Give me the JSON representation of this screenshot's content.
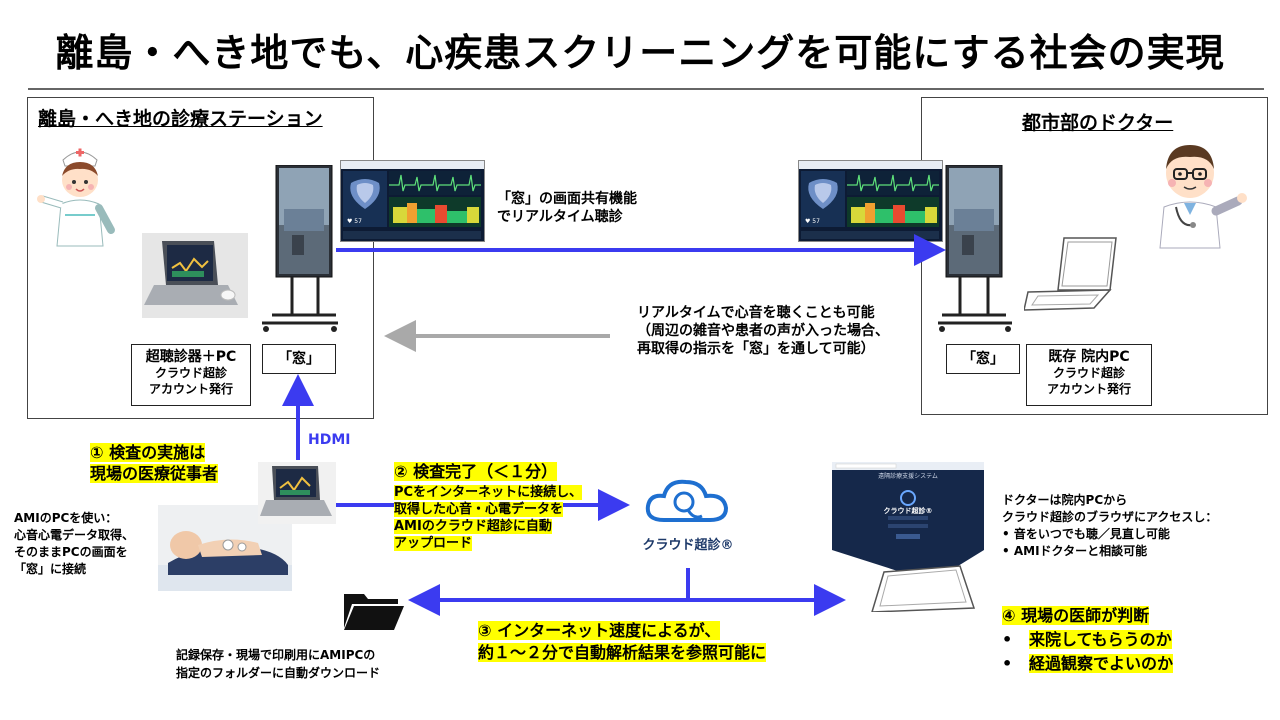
{
  "title": "離島・へき地でも、心疾患スクリーニングを可能にする社会の実現",
  "left_panel": {
    "title": "離島・へき地の診療ステーション",
    "label_pc_line1": "超聴診器＋PC",
    "label_pc_line2": "クラウド超診",
    "label_pc_line3": "アカウント発行",
    "label_window": "「窓」"
  },
  "right_panel": {
    "title": "都市部のドクター",
    "label_window": "「窓」",
    "label_pc_line1": "既存 院内PC",
    "label_pc_line2": "クラウド超診",
    "label_pc_line3": "アカウント発行"
  },
  "share_text": {
    "line1": "「窓」の画面共有機能",
    "line2": "でリアルタイム聴診"
  },
  "realtime_text": {
    "line1": "リアルタイムで心音を聴くことも可能",
    "line2": "（周辺の雑音や患者の声が入った場合、",
    "line3": "再取得の指示を「窓」を通して可能）"
  },
  "hdmi": "HDMI",
  "step1": {
    "line1": "① 検査の実施は",
    "line2": "現場の医療従事者"
  },
  "ami_pc_text": {
    "line1": "AMIのPCを使い：",
    "line2": "心音心電データ取得、",
    "line3": "そのままPCの画面を",
    "line4": "「窓」に接続"
  },
  "step2": {
    "heading": "② 検査完了（＜１分）",
    "line1": "PCをインターネットに接続し、",
    "line2": "取得した心音・心電データを",
    "line3": "AMIのクラウド超診に自動",
    "line4": "アップロード"
  },
  "cloud_logo": "クラウド超診®",
  "doctor_access": {
    "line1": "ドクターは院内PCから",
    "line2": "クラウド超診のブラウザにアクセスし：",
    "bullet1": "音をいつでも聴／見直し可能",
    "bullet2": "AMIドクターと相談可能"
  },
  "step3": {
    "line1": "③ インターネット速度によるが、",
    "line2": "約１～２分で自動解析結果を参照可能に"
  },
  "download_text": {
    "line1": "記録保存・現場で印刷用にAMIPCの",
    "line2": "指定のフォルダーに自動ダウンロード"
  },
  "step4": {
    "heading": "④ 現場の医師が判断",
    "bullet1": "来院してもらうのか",
    "bullet2": "経過観察でよいのか"
  },
  "login_screen": {
    "header": "遠隔診療支援システム",
    "logo": "クラウド超診®"
  },
  "colors": {
    "arrow_blue": "#3b3bf0",
    "arrow_gray": "#a9a9a9",
    "highlight": "#ffff00",
    "logo_blue": "#1e6fd0"
  }
}
